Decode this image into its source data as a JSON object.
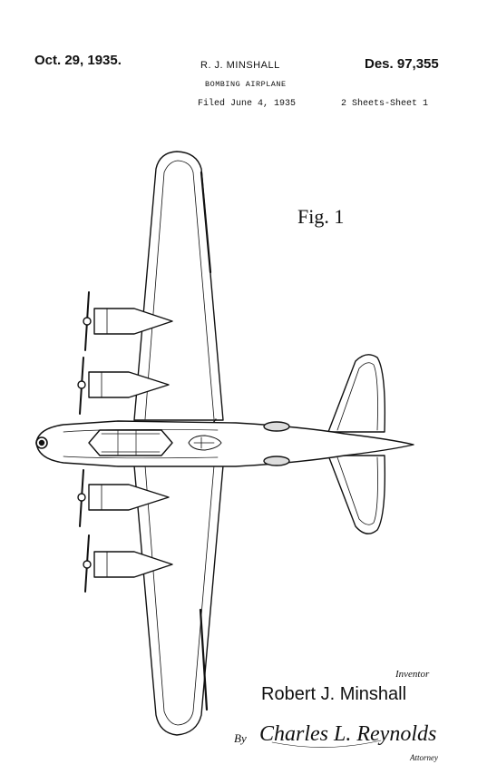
{
  "header": {
    "date": "Oct. 29, 1935.",
    "inventor_header": "R. J. MINSHALL",
    "patent_number": "Des. 97,355",
    "title": "BOMBING AIRPLANE",
    "filed": "Filed June 4, 1935",
    "sheets": "2 Sheets-Sheet 1"
  },
  "figure": {
    "label": "Fig. 1"
  },
  "signature": {
    "inventor_caption": "Inventor",
    "inventor_name": "Robert J. Minshall",
    "by": "By",
    "attorney_signature": "Charles L. Reynolds",
    "attorney_caption": "Attorney"
  }
}
